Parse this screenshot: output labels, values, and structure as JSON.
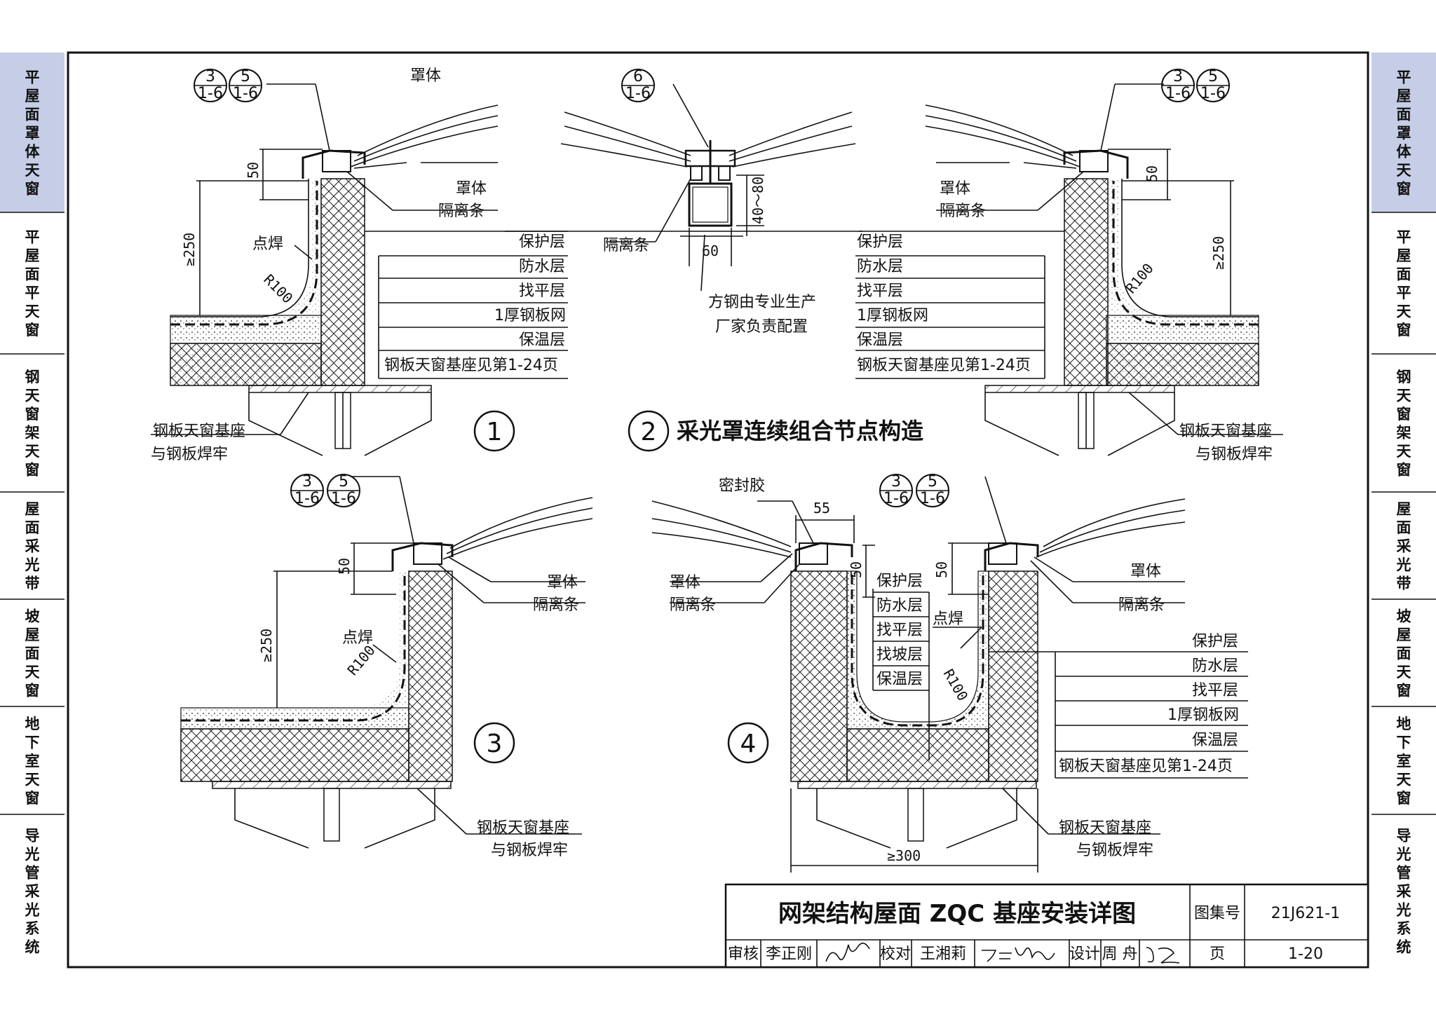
{
  "side_tabs": [
    {
      "label": "平屋面罩体天窗",
      "active": true
    },
    {
      "label": "平屋面平天窗",
      "active": false
    },
    {
      "label": "钢天窗架天窗",
      "active": false
    },
    {
      "label": "屋面采光带",
      "active": false
    },
    {
      "label": "坡屋面天窗",
      "active": false
    },
    {
      "label": "地下室天窗",
      "active": false
    },
    {
      "label": "导光管采光系统",
      "active": false
    }
  ],
  "detail_refs": {
    "a": {
      "top": "3",
      "bottom": "1-6"
    },
    "b": {
      "top": "5",
      "bottom": "1-6"
    },
    "c": {
      "top": "6",
      "bottom": "1-6"
    }
  },
  "labels": {
    "cover": "罩体",
    "strip": "隔离条",
    "spot_weld": "点焊",
    "protect": "保护层",
    "waterproof": "防水层",
    "level": "找平层",
    "mesh": "1厚钢板网",
    "insulation": "保温层",
    "base_ref": "钢板天窗基座见第1-24页",
    "base_weld_1": "钢板天窗基座",
    "base_weld_2": "与钢板焊牢",
    "sealant": "密封胶",
    "slope": "找坡层",
    "steel_note_1": "方钢由专业生产",
    "steel_note_2": "厂家负责配置"
  },
  "dims": {
    "d50": "50",
    "d250": "≥250",
    "r100": "R100",
    "d40_80": "40～80",
    "d60": "60",
    "d55": "55",
    "d300": "≥300"
  },
  "section_nums": {
    "s1": "1",
    "s2": "2",
    "s3": "3",
    "s4": "4"
  },
  "section2_title": "采光罩连续组合节点构造",
  "title_block": {
    "title": "网架结构屋面 ZQC 基座安装详图",
    "atlas_label": "图集号",
    "atlas_no": "21J621-1",
    "review_label": "审核",
    "reviewer": "李正刚",
    "check_label": "校对",
    "checker": "王湘莉",
    "design_label": "设计",
    "designer": "周 舟",
    "page_label": "页",
    "page_no": "1-20"
  },
  "colors": {
    "active_tab": "#c6cde6",
    "ink": "#111111"
  }
}
